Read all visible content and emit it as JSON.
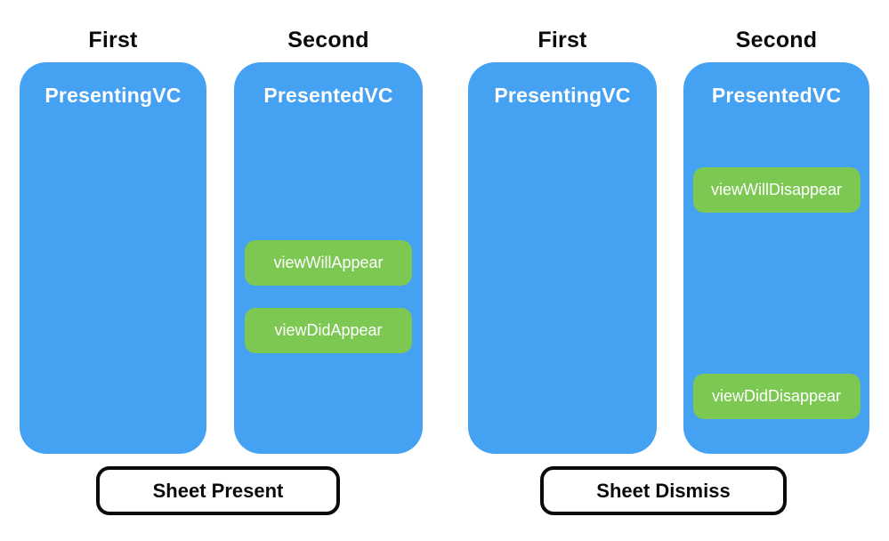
{
  "colors": {
    "vc_fill": "#45A1F2",
    "event_fill": "#7CC853",
    "text_light": "#FFFFFF",
    "text_dark": "#0A0A0A"
  },
  "groups": [
    {
      "name": "sheet-present",
      "action_label": "Sheet Present",
      "columns": [
        {
          "title": "First",
          "vc_name": "PresentingVC",
          "events": []
        },
        {
          "title": "Second",
          "vc_name": "PresentedVC",
          "events": [
            {
              "label": "viewWillAppear"
            },
            {
              "label": "viewDidAppear"
            }
          ]
        }
      ]
    },
    {
      "name": "sheet-dismiss",
      "action_label": "Sheet Dismiss",
      "columns": [
        {
          "title": "First",
          "vc_name": "PresentingVC",
          "events": []
        },
        {
          "title": "Second",
          "vc_name": "PresentedVC",
          "events": [
            {
              "label": "viewWillDisappear"
            },
            {
              "label": "viewDidDisappear"
            }
          ]
        }
      ]
    }
  ]
}
